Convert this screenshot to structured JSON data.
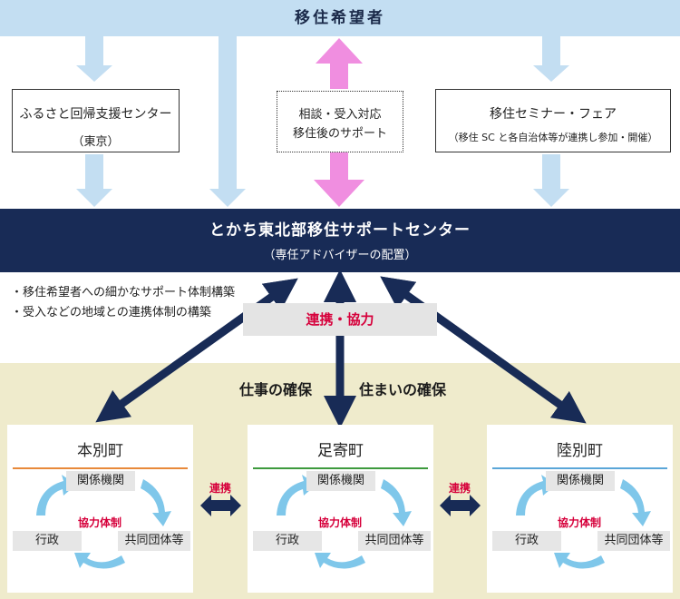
{
  "header": {
    "title": "移住希望者"
  },
  "boxes": {
    "furusato": {
      "line1": "ふるさと回帰支援センター",
      "line2": "（東京）"
    },
    "consult": {
      "line1": "相談・受入対応",
      "line2": "移住後のサポート"
    },
    "seminar": {
      "line1": "移住セミナー・フェア",
      "line2": "（移住 SC と各自治体等が連携し参加・開催）"
    }
  },
  "center": {
    "title": "とかち東北部移住サポートセンター",
    "subtitle": "（専任アドバイザーの配置）"
  },
  "bullets": [
    "・移住希望者への細かなサポート体制構築",
    "・受入などの地域との連携体制の構築"
  ],
  "collab_label": "連携・協力",
  "job_label": "仕事の確保",
  "home_label": "住まいの確保",
  "towns": [
    {
      "name": "本別町",
      "line_color": "#e8893a",
      "top": "関係機関",
      "center": "協力体制",
      "left": "行政",
      "right": "共同団体等"
    },
    {
      "name": "足寄町",
      "line_color": "#3d9a3d",
      "top": "関係機関",
      "center": "協力体制",
      "left": "行政",
      "right": "共同団体等"
    },
    {
      "name": "陸別町",
      "line_color": "#5aa6d8",
      "top": "関係機関",
      "center": "協力体制",
      "left": "行政",
      "right": "共同団体等"
    }
  ],
  "renkei": [
    "連携",
    "連携"
  ],
  "colors": {
    "navy": "#182b56",
    "light_blue": "#c3def2",
    "pink": "#f08ee0",
    "cycle": "#7fc7ea",
    "accent_red": "#d6003b"
  }
}
